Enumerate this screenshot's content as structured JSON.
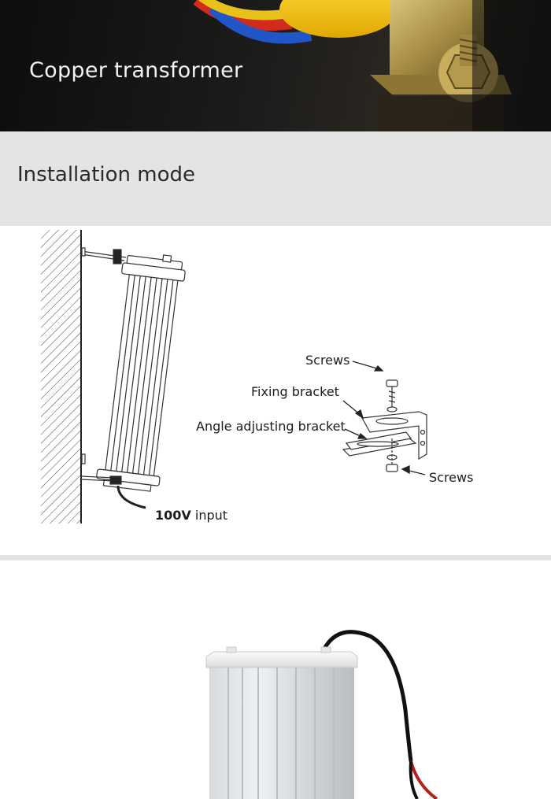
{
  "banner": {
    "caption": "Copper transformer"
  },
  "section": {
    "title": "Installation mode"
  },
  "diagram": {
    "labels": {
      "screws_top": "Screws",
      "fixing_bracket": "Fixing bracket",
      "angle_adjusting_bracket": "Angle adjusting bracket",
      "screws_bottom": "Screws",
      "input_voltage": "100V",
      "input_suffix": "input"
    }
  },
  "colors": {
    "banner_bg": "#141414",
    "section_bg": "#e4e4e4",
    "caption_text": "#f2f2f2",
    "title_text": "#2a2a2a"
  }
}
